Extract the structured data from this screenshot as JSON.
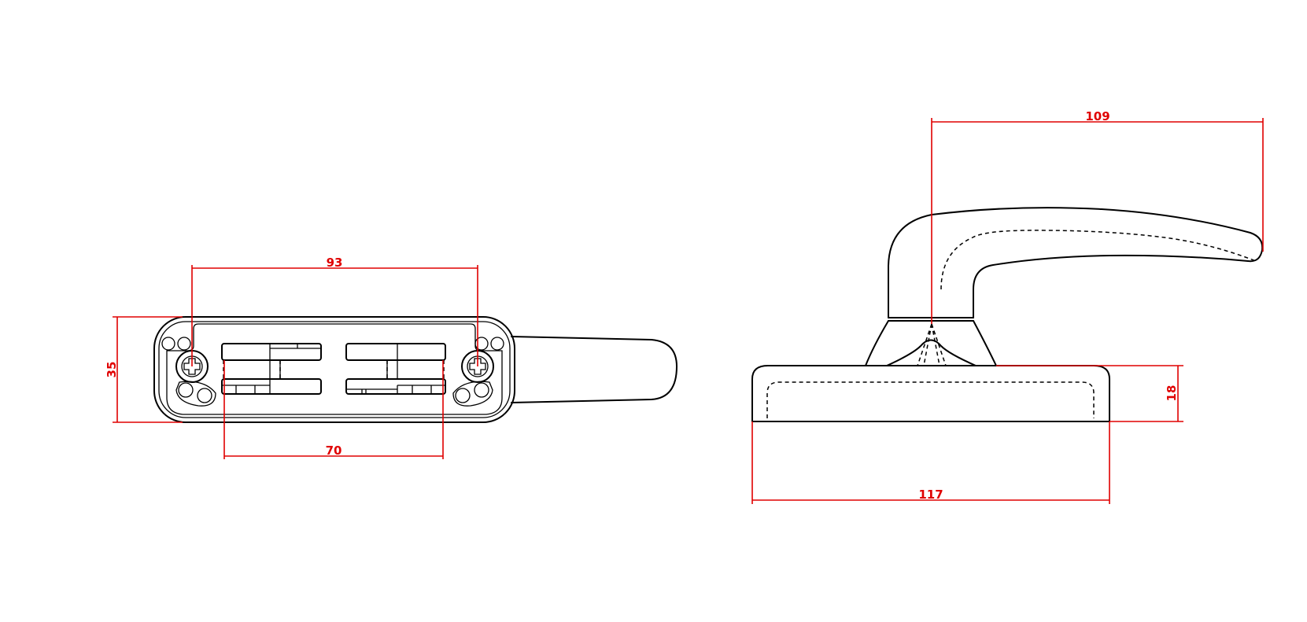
{
  "colors": {
    "outline": "#000000",
    "dimension": "#e00000",
    "background": "#ffffff"
  },
  "dimensions": {
    "screw_spacing": "93",
    "slot_span": "70",
    "plate_height": "35",
    "handle_reach": "109",
    "base_length": "117",
    "base_height": "18"
  }
}
